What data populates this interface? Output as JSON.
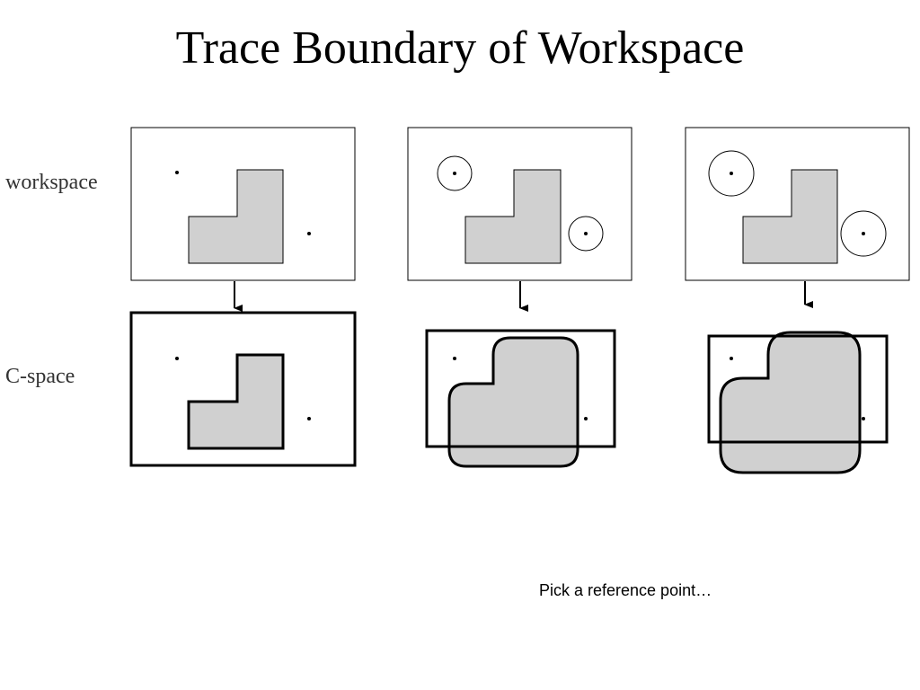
{
  "slide": {
    "title": "Trace Boundary of Workspace",
    "caption": "Pick a reference point…"
  },
  "row_labels": {
    "workspace": "workspace",
    "cspace": "C-space"
  },
  "colors": {
    "obstacle_fill": "#d0d0d0",
    "stroke": "#000000",
    "background": "#ffffff"
  }
}
